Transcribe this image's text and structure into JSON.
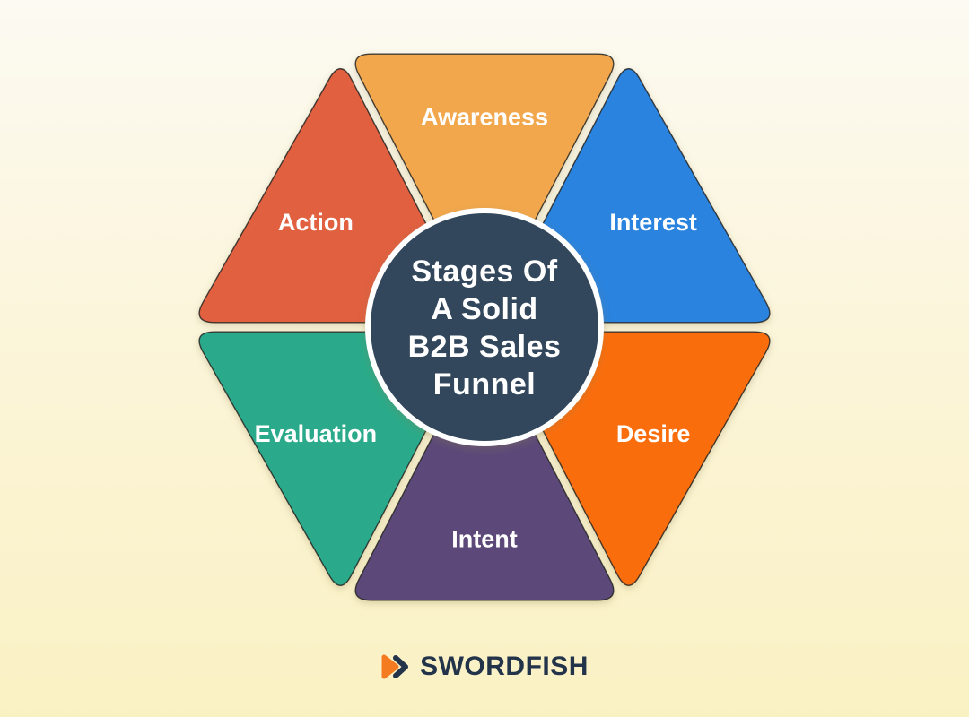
{
  "title": "Stages Of A Solid B2B Sales Funnel",
  "background": {
    "top": "#FCFAF2",
    "bottom": "#FAF1C3"
  },
  "center": {
    "lines": [
      "Stages Of",
      "A Solid",
      "B2B Sales",
      "Funnel"
    ],
    "color": "#33475C",
    "ring_color": "#FFFFFF",
    "text_color": "#FFFFFF"
  },
  "segments": [
    {
      "id": "awareness",
      "label": "Awareness",
      "color": "#F2A74E"
    },
    {
      "id": "interest",
      "label": "Interest",
      "color": "#2B83DE"
    },
    {
      "id": "desire",
      "label": "Desire",
      "color": "#FA6D0C"
    },
    {
      "id": "intent",
      "label": "Intent",
      "color": "#5C4A79"
    },
    {
      "id": "evaluation",
      "label": "Evaluation",
      "color": "#2AAA8A"
    },
    {
      "id": "action",
      "label": "Action",
      "color": "#E0603F"
    }
  ],
  "label_text_color": "#FFFFFF",
  "outline_color": "#232323",
  "logo": {
    "text": "SWORDFISH",
    "text_color": "#22334A",
    "icon": "arrow-right-icon",
    "icon_color": "#F47B20"
  }
}
